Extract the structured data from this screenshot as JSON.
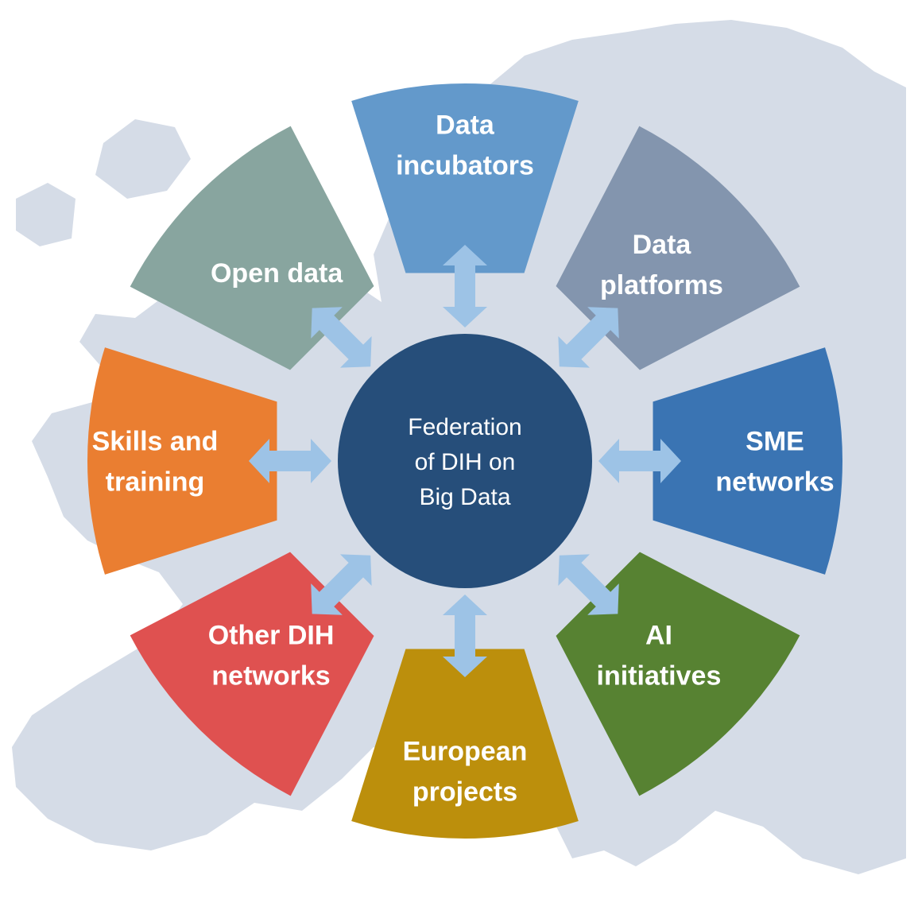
{
  "center": {
    "lines": [
      "Federation",
      "of DIH on",
      "Big Data"
    ],
    "color": "#264E7A"
  },
  "segments": [
    {
      "id": "data-incubators",
      "lines": [
        "Data",
        "incubators"
      ],
      "color": "#6399CB"
    },
    {
      "id": "data-platforms",
      "lines": [
        "Data",
        "platforms"
      ],
      "color": "#8395AE"
    },
    {
      "id": "sme-networks",
      "lines": [
        "SME",
        "networks"
      ],
      "color": "#3A74B3"
    },
    {
      "id": "ai-initiatives",
      "lines": [
        "AI",
        "initiatives"
      ],
      "color": "#578232"
    },
    {
      "id": "european-projects",
      "lines": [
        "European",
        "projects"
      ],
      "color": "#BC8F0C"
    },
    {
      "id": "other-dih-networks",
      "lines": [
        "Other DIH",
        "networks"
      ],
      "color": "#DF5150"
    },
    {
      "id": "skills-and-training",
      "lines": [
        "Skills and",
        "training"
      ],
      "color": "#EA7E31"
    },
    {
      "id": "open-data",
      "lines": [
        "Open data"
      ],
      "color": "#88A59F"
    }
  ],
  "arrow_color": "#9DC3E6",
  "map_color": "#D5DCE7"
}
